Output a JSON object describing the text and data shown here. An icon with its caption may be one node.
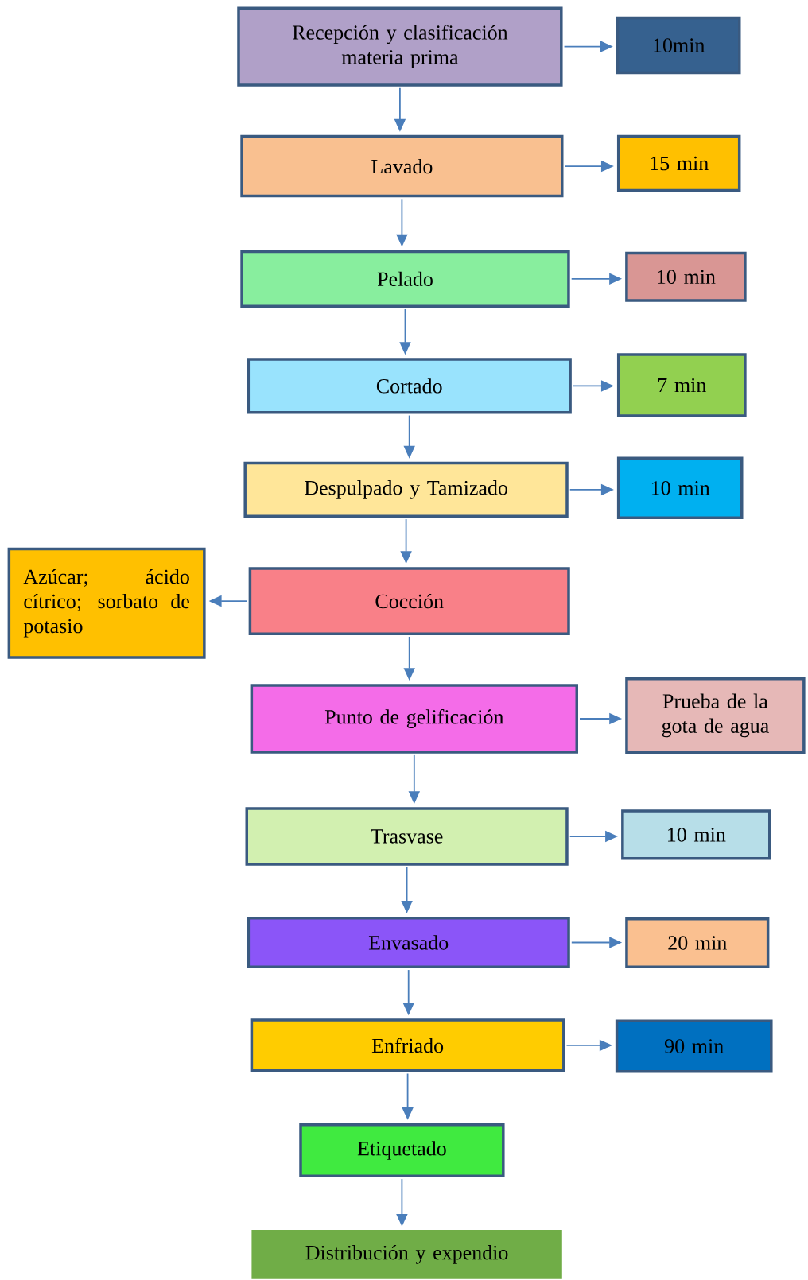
{
  "diagram": {
    "nodes": [
      {
        "text": [
          "Recepción y clasificación materia prima"
        ]
      },
      {
        "text": [
          "10min"
        ]
      },
      {
        "text": [
          "Lavado"
        ]
      },
      {
        "text": [
          "15 min"
        ]
      },
      {
        "text": [
          "Pelado"
        ]
      },
      {
        "text": [
          "10 min"
        ]
      },
      {
        "text": [
          "Cortado"
        ]
      },
      {
        "text": [
          "7 min"
        ]
      },
      {
        "text": [
          "Despulpado y Tamizado"
        ]
      },
      {
        "text": [
          "10 min"
        ]
      },
      {
        "text": [
          "Azúcar; ácido cítrico; sorbato de potasio"
        ]
      },
      {
        "text": [
          "Cocción"
        ]
      },
      {
        "text": [
          "Punto de gelificación"
        ]
      },
      {
        "text": [
          "Prueba de la gota de agua"
        ]
      },
      {
        "text": [
          "Trasvase"
        ]
      },
      {
        "text": [
          "10 min"
        ]
      },
      {
        "text": [
          "Envasado"
        ]
      },
      {
        "text": [
          "20 min"
        ]
      },
      {
        "text": [
          "Enfriado"
        ]
      },
      {
        "text": [
          "90 min"
        ]
      },
      {
        "text": [
          "Etiquetado"
        ]
      },
      {
        "text": [
          "Distribución y expendio"
        ]
      }
    ],
    "edges": [
      {
        "from": 0,
        "to": 2,
        "arrow": "to"
      },
      {
        "from": 2,
        "to": 4,
        "arrow": "to"
      },
      {
        "from": 4,
        "to": 6,
        "arrow": "to"
      },
      {
        "from": 6,
        "to": 8,
        "arrow": "to"
      },
      {
        "from": 8,
        "to": 11,
        "arrow": "to"
      },
      {
        "from": 11,
        "to": 12,
        "arrow": "to"
      },
      {
        "from": 12,
        "to": 14,
        "arrow": "to"
      },
      {
        "from": 14,
        "to": 16,
        "arrow": "to"
      },
      {
        "from": 16,
        "to": 18,
        "arrow": "to"
      },
      {
        "from": 18,
        "to": 20,
        "arrow": "to"
      },
      {
        "from": 20,
        "to": 21,
        "arrow": "to"
      },
      {
        "from": 0,
        "to": 1,
        "arrow": "to"
      },
      {
        "from": 2,
        "to": 3,
        "arrow": "to"
      },
      {
        "from": 4,
        "to": 5,
        "arrow": "to"
      },
      {
        "from": 6,
        "to": 7,
        "arrow": "to"
      },
      {
        "from": 8,
        "to": 9,
        "arrow": "to"
      },
      {
        "from": 11,
        "to": 10,
        "arrow": "to"
      },
      {
        "from": 12,
        "to": 13,
        "arrow": "to"
      },
      {
        "from": 14,
        "to": 15,
        "arrow": "to"
      },
      {
        "from": 16,
        "to": 17,
        "arrow": "to"
      },
      {
        "from": 18,
        "to": 19,
        "arrow": "to"
      }
    ]
  }
}
